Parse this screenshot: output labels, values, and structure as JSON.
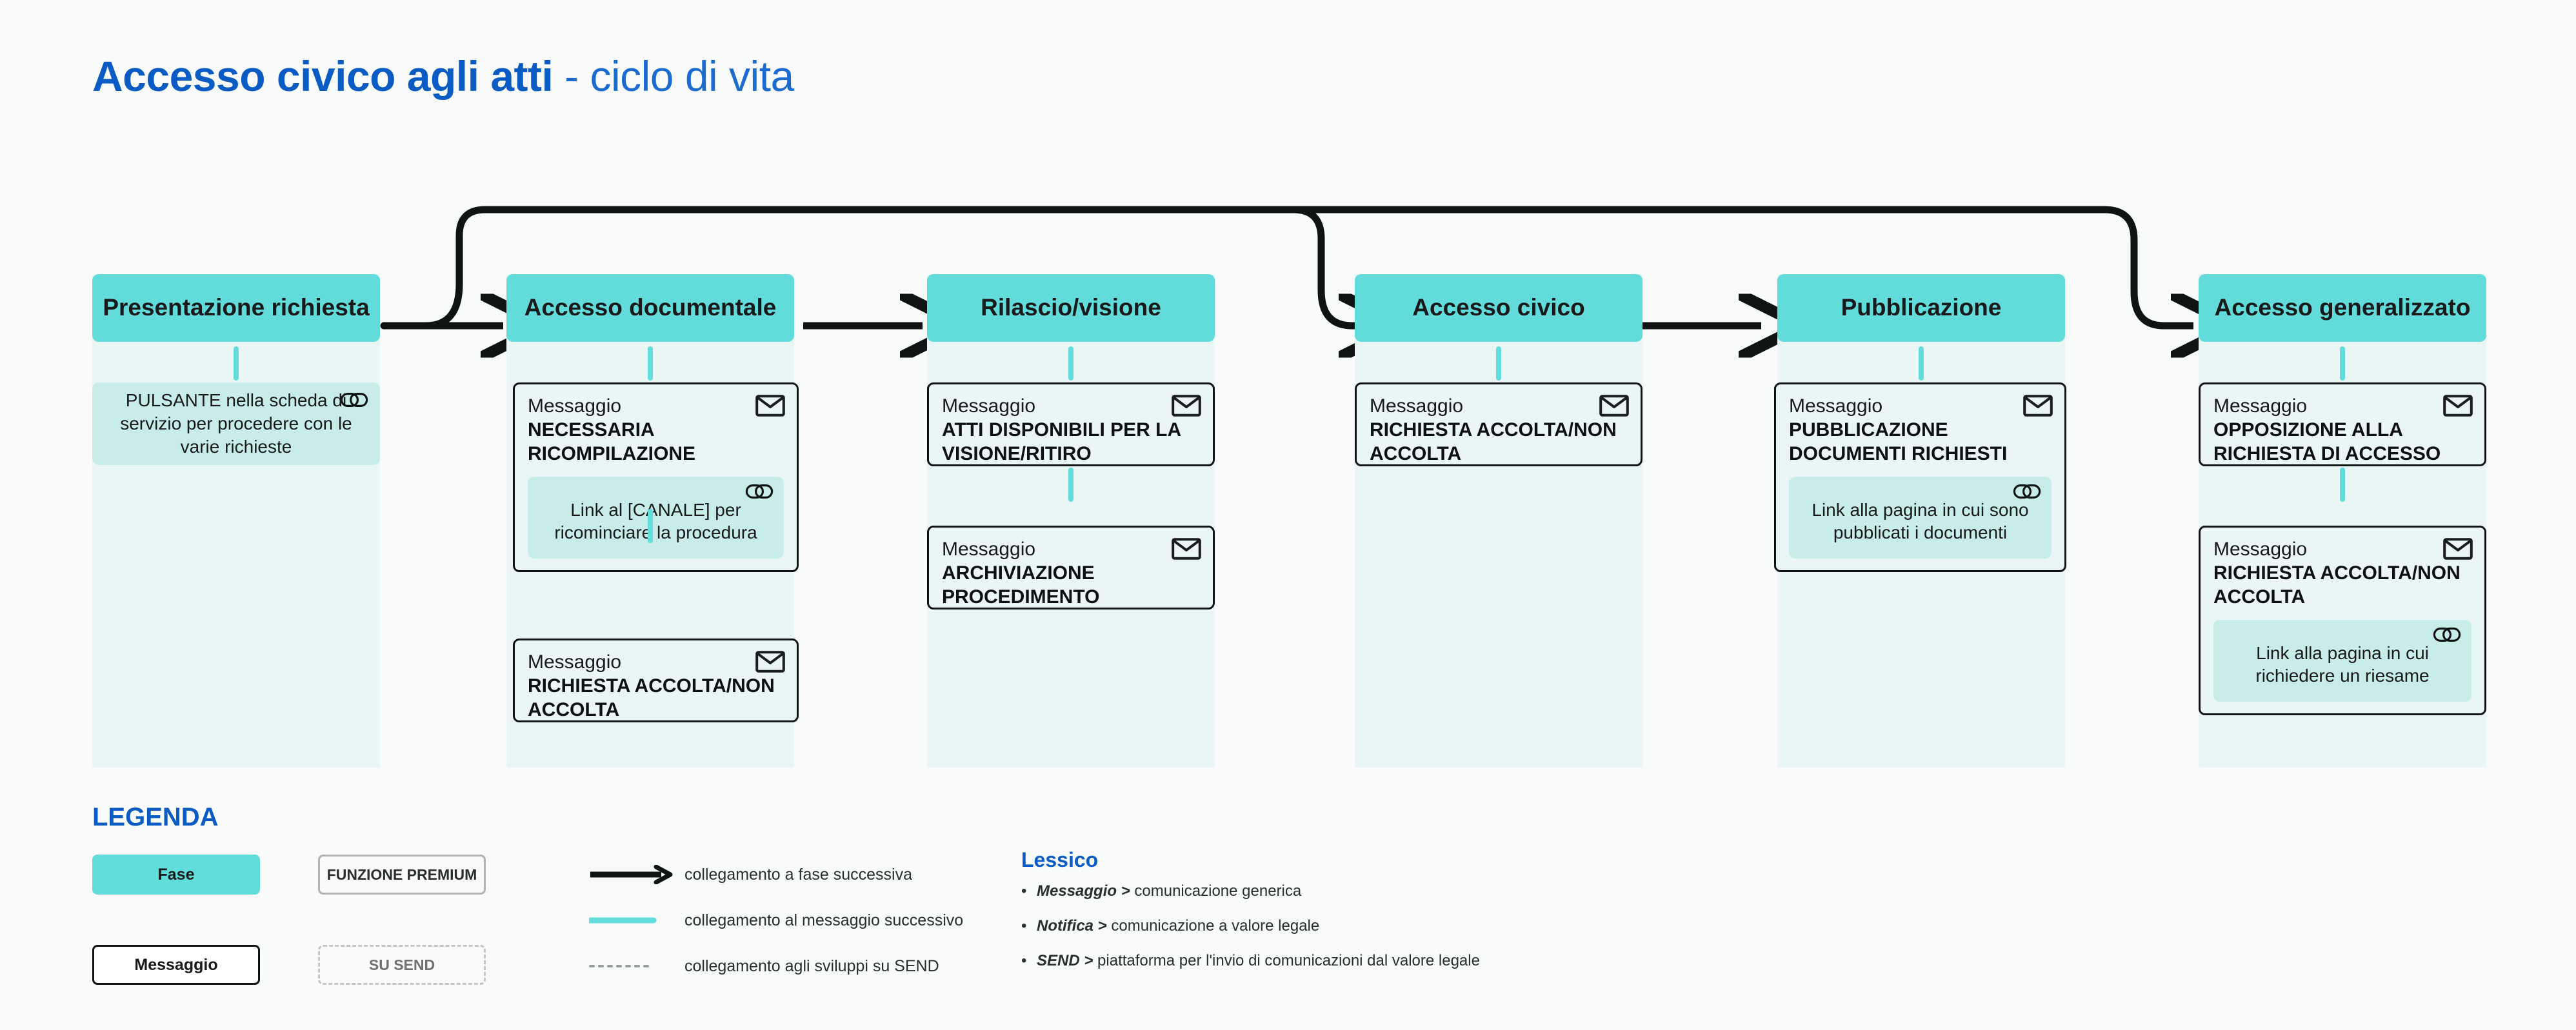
{
  "title": {
    "bold": "Accesso civico agli atti",
    "light": " - ciclo di vita"
  },
  "icons": {
    "envelope": "envelope-icon",
    "link": "link-chain-icon"
  },
  "columns": [
    {
      "id": "presentazione-richiesta",
      "header": "Presentazione richiesta",
      "standalone_link": {
        "text": "PULSANTE nella scheda di servizio per procedere con le varie richieste"
      },
      "messages": []
    },
    {
      "id": "accesso-documentale",
      "header": "Accesso documentale",
      "messages": [
        {
          "kicker": "Messaggio",
          "title": "NECESSARIA RICOMPILAZIONE",
          "link": "Link al [CANALE] per ricominciare la procedura"
        },
        {
          "kicker": "Messaggio",
          "title": "RICHIESTA ACCOLTA/NON ACCOLTA"
        }
      ]
    },
    {
      "id": "rilascio-visione",
      "header": "Rilascio/visione",
      "messages": [
        {
          "kicker": "Messaggio",
          "title": "ATTI DISPONIBILI PER LA VISIONE/RITIRO"
        },
        {
          "kicker": "Messaggio",
          "title": "ARCHIVIAZIONE PROCEDIMENTO"
        }
      ]
    },
    {
      "id": "accesso-civico",
      "header": "Accesso civico",
      "messages": [
        {
          "kicker": "Messaggio",
          "title": "RICHIESTA ACCOLTA/NON ACCOLTA"
        }
      ]
    },
    {
      "id": "pubblicazione",
      "header": "Pubblicazione",
      "messages": [
        {
          "kicker": "Messaggio",
          "title": "PUBBLICAZIONE DOCUMENTI RICHIESTI",
          "link": "Link alla pagina in cui sono pubblicati i documenti"
        }
      ]
    },
    {
      "id": "accesso-generalizzato",
      "header": "Accesso generalizzato",
      "messages": [
        {
          "kicker": "Messaggio",
          "title": "OPPOSIZIONE ALLA RICHIESTA DI ACCESSO"
        },
        {
          "kicker": "Messaggio",
          "title": "RICHIESTA ACCOLTA/NON ACCOLTA",
          "link": "Link alla pagina in cui richiedere un riesame"
        }
      ]
    }
  ],
  "legend": {
    "title": "LEGENDA",
    "swatch_fase": "Fase",
    "swatch_messaggio": "Messaggio",
    "swatch_premium": "FUNZIONE PREMIUM",
    "swatch_send": "SU SEND",
    "lines": [
      {
        "type": "arrow-solid-black",
        "label": "collegamento a fase successiva"
      },
      {
        "type": "line-solid-teal",
        "label": "collegamento al messaggio successivo"
      },
      {
        "type": "line-dotted-grey",
        "label": "collegamento agli sviluppi su SEND"
      }
    ],
    "lexicon": {
      "title": "Lessico",
      "items": [
        {
          "term": "Messaggio",
          "sep": " > ",
          "definition": "comunicazione generica"
        },
        {
          "term": "Notifica",
          "sep": " > ",
          "definition": "comunicazione a valore legale"
        },
        {
          "term": "SEND",
          "sep": " > ",
          "definition": "piattaforma per  l'invio di comunicazioni dal valore legale"
        }
      ]
    }
  },
  "colors": {
    "brand_blue": "#0B5BC4",
    "teal": "#62DCDA",
    "teal_light": "#E9F6F5",
    "link_box": "#C8EDE9",
    "ink": "#101314",
    "background": "#F9FAFA"
  }
}
